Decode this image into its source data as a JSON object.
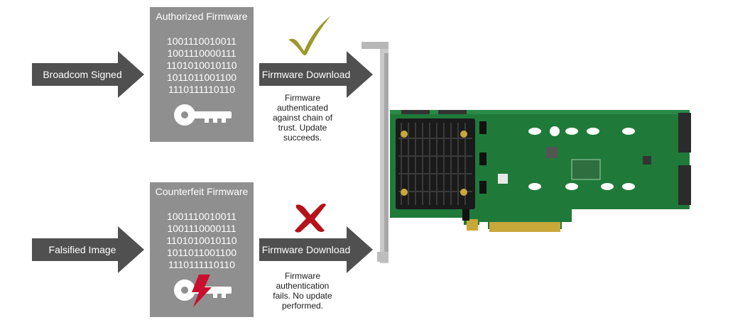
{
  "rows": [
    {
      "source_label": "Broadcom Signed",
      "firmware_title": "Authorized Firmware",
      "binary_lines": [
        "1001110010011",
        "1001110000111",
        "1101010010110",
        "1011011001100",
        "1110111110110"
      ],
      "download_label": "Firmware Download",
      "note_lines": [
        "Firmware",
        "authenticated",
        "against chain of",
        "trust.  Update",
        "succeeds."
      ],
      "result_icon": "checkmark-icon",
      "key_icon": "key-icon"
    },
    {
      "source_label": "Falsified Image",
      "firmware_title": "Counterfeit Firmware",
      "binary_lines": [
        "1001110010011",
        "1001110000111",
        "1101010010110",
        "1011011001100",
        "1110111110110"
      ],
      "download_label": "Firmware Download",
      "note_lines": [
        "Firmware",
        "authentication",
        "fails.  No update",
        "performed."
      ],
      "result_icon": "x-mark-icon",
      "key_icon": "broken-key-icon"
    }
  ],
  "colors": {
    "arrow": "#505050",
    "firmware_box": "#8f8f8f",
    "checkmark": "#9a9a2a",
    "x_mark": "#b5121b",
    "lightning": "#c8102e",
    "pcb": "#1f7a3a",
    "heatsink": "#1a1a1a",
    "bracket": "#c9c9c9"
  }
}
